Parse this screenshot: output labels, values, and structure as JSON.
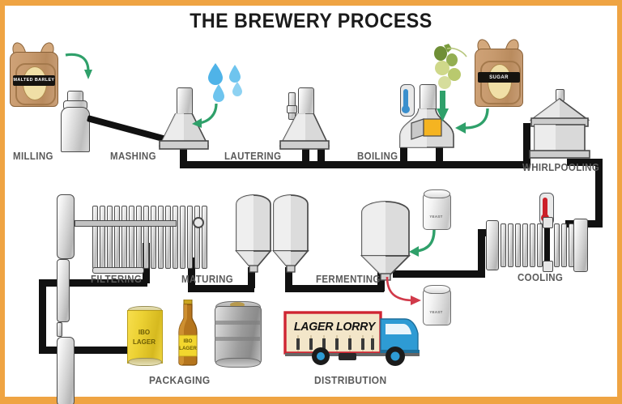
{
  "page": {
    "title": "THE BREWERY PROCESS",
    "accent_color": "#efa443",
    "background": "#ffffff",
    "pipe_color": "#111111",
    "label_color": "#5a5a5a",
    "arrow_green": "#2fa06a",
    "arrow_red": "#d13a4a"
  },
  "steps": [
    {
      "id": "milling",
      "label": "MILLING"
    },
    {
      "id": "mashing",
      "label": "MASHING"
    },
    {
      "id": "lautering",
      "label": "LAUTERING"
    },
    {
      "id": "boiling",
      "label": "BOILING"
    },
    {
      "id": "whirlpooling",
      "label": "WHIRLPOOLING"
    },
    {
      "id": "cooling",
      "label": "COOLING"
    },
    {
      "id": "fermenting",
      "label": "FERMENTING"
    },
    {
      "id": "maturing",
      "label": "MATURING"
    },
    {
      "id": "filtering",
      "label": "FILTERING"
    },
    {
      "id": "packaging",
      "label": "PACKAGING"
    },
    {
      "id": "distribution",
      "label": "DISTRIBUTION"
    }
  ],
  "ingredients": {
    "malted_barley_sack": "MALTED BARLEY",
    "sugar_sack": "SUGAR",
    "yeast_in": "YEAST",
    "yeast_out": "YEAST"
  },
  "packaging": {
    "can_brand": "IBO\nLAGER",
    "can_brand_line1": "IBO",
    "can_brand_line2": "LAGER",
    "bottle_brand_line1": "IBO",
    "bottle_brand_line2": "LAGER",
    "keg_name": "steel-keg"
  },
  "distribution": {
    "truck_text": "LAGER LORRY",
    "truck_cab_color": "#2e9bd4",
    "truck_body_color": "#f3e6c9",
    "truck_trim_color": "#cf2532"
  },
  "icons": {
    "water_drops": "water-drop-icon",
    "hops": "hops-icon",
    "thermometer_hot": "thermometer-icon",
    "thermometer_cold": "thermometer-icon",
    "arrow_down_green": "arrow-down-icon",
    "arrow_curve_green": "arrow-curve-icon",
    "arrow_red": "arrow-right-icon"
  }
}
